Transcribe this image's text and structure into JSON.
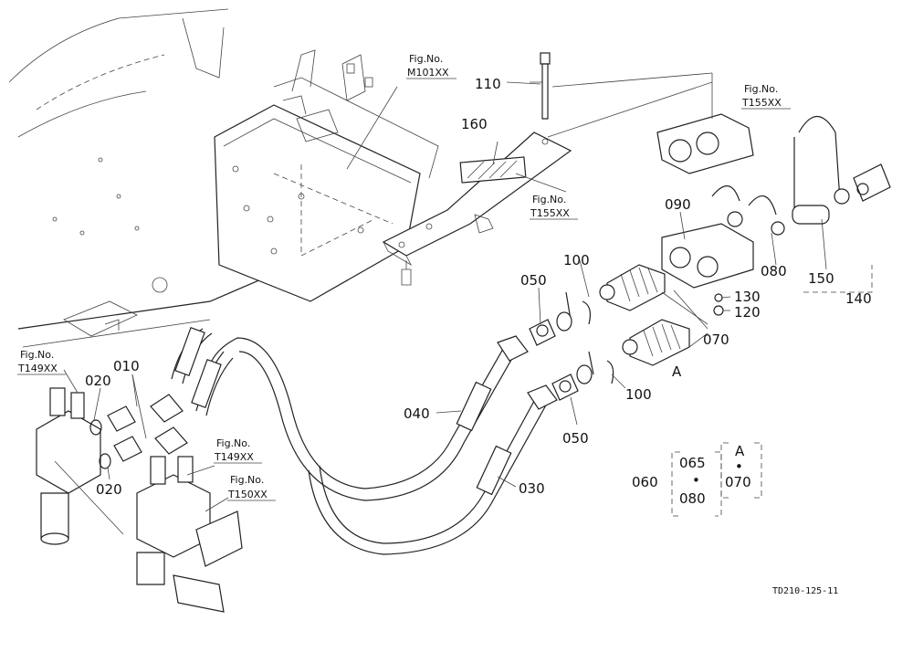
{
  "callouts": {
    "p010": "010",
    "p020a": "020",
    "p020b": "020",
    "p030": "030",
    "p040": "040",
    "p050a": "050",
    "p050b": "050",
    "p070": "070",
    "p080": "080",
    "p090": "090",
    "p100a": "100",
    "p100b": "100",
    "p110": "110",
    "p120": "120",
    "p130": "130",
    "p140": "140",
    "p150": "150",
    "p160": "160",
    "markA": "A"
  },
  "fig_refs": {
    "m101": {
      "line1": "Fig.No.",
      "line2": "M101XX"
    },
    "t155a": {
      "line1": "Fig.No.",
      "line2": "T155XX"
    },
    "t155b": {
      "line1": "Fig.No.",
      "line2": "T155XX"
    },
    "t149a": {
      "line1": "Fig.No.",
      "line2": "T149XX"
    },
    "t149b": {
      "line1": "Fig.No.",
      "line2": "T149XX"
    },
    "t150": {
      "line1": "Fig.No.",
      "line2": "T150XX"
    }
  },
  "legend": {
    "main": "060",
    "top": "065",
    "bottom": "080",
    "dot": "•",
    "sub_label": "A",
    "sub_value": "070"
  },
  "drawing_code": "TD210-125-11"
}
